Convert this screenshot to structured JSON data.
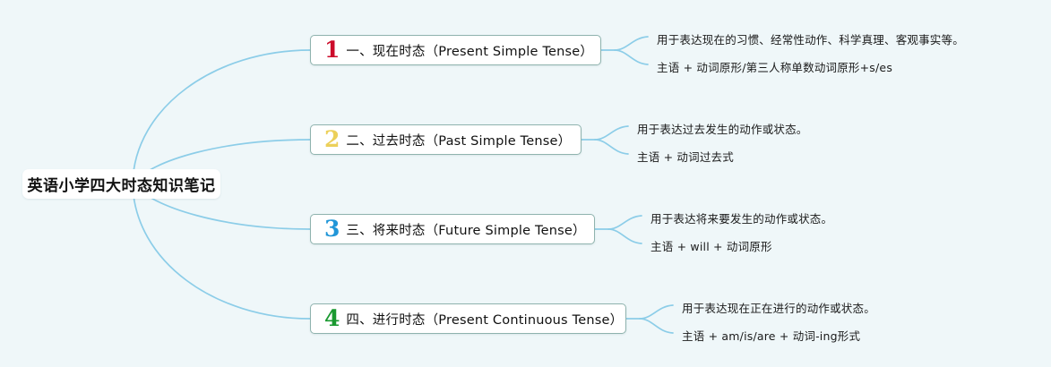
{
  "canvas": {
    "background_color": "#eff7f9",
    "connector_color": "#8ccde8"
  },
  "root": {
    "label": "英语小学四大时态知识笔记"
  },
  "branches": [
    {
      "number": "1",
      "number_color": "#cc0b2a",
      "label": "一、现在时态（Present Simple Tense）",
      "details": [
        "用于表达现在的习惯、经常性动作、科学真理、客观事实等。",
        "主语 + 动词原形/第三人称单数动词原形+s/es"
      ]
    },
    {
      "number": "2",
      "number_color": "#ecd05a",
      "label": "二、过去时态（Past Simple Tense）",
      "details": [
        "用于表达过去发生的动作或状态。",
        "主语 + 动词过去式"
      ]
    },
    {
      "number": "3",
      "number_color": "#2196d8",
      "label": "三、将来时态（Future Simple Tense）",
      "details": [
        "用于表达将来要发生的动作或状态。",
        "主语 + will + 动词原形"
      ]
    },
    {
      "number": "4",
      "number_color": "#1a9930",
      "label": "四、进行时态（Present Continuous Tense）",
      "details": [
        "用于表达现在正在进行的动作或状态。",
        "主语 + am/is/are + 动词-ing形式"
      ]
    }
  ]
}
